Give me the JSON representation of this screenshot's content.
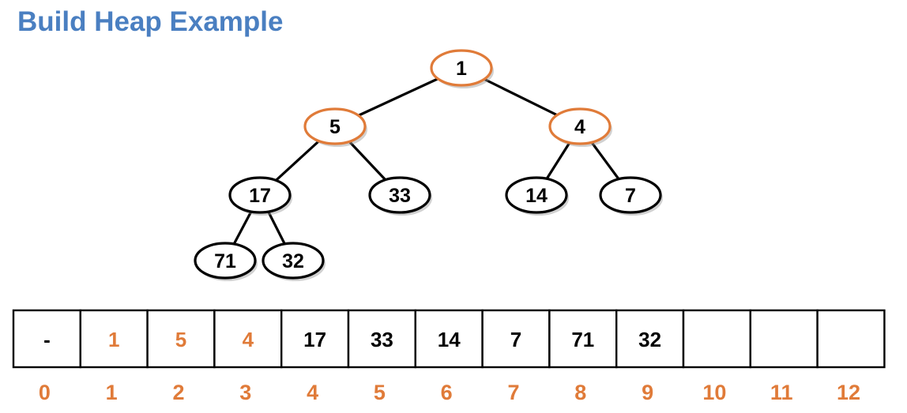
{
  "title": "Build Heap Example",
  "colors": {
    "title": "#4a7fc1",
    "highlight": "#e07b39",
    "normal": "#000000"
  },
  "tree": {
    "nodes": [
      {
        "id": "n1",
        "label": "1",
        "highlight": true
      },
      {
        "id": "n2",
        "label": "5",
        "highlight": true
      },
      {
        "id": "n3",
        "label": "4",
        "highlight": true
      },
      {
        "id": "n4",
        "label": "17",
        "highlight": false
      },
      {
        "id": "n5",
        "label": "33",
        "highlight": false
      },
      {
        "id": "n6",
        "label": "14",
        "highlight": false
      },
      {
        "id": "n7",
        "label": "7",
        "highlight": false
      },
      {
        "id": "n8",
        "label": "71",
        "highlight": false
      },
      {
        "id": "n9",
        "label": "32",
        "highlight": false
      }
    ],
    "edges": [
      [
        "n1",
        "n2"
      ],
      [
        "n1",
        "n3"
      ],
      [
        "n2",
        "n4"
      ],
      [
        "n2",
        "n5"
      ],
      [
        "n3",
        "n6"
      ],
      [
        "n3",
        "n7"
      ],
      [
        "n4",
        "n8"
      ],
      [
        "n4",
        "n9"
      ]
    ]
  },
  "array": {
    "cells": [
      {
        "value": "-",
        "highlight": false
      },
      {
        "value": "1",
        "highlight": true
      },
      {
        "value": "5",
        "highlight": true
      },
      {
        "value": "4",
        "highlight": true
      },
      {
        "value": "17",
        "highlight": false
      },
      {
        "value": "33",
        "highlight": false
      },
      {
        "value": "14",
        "highlight": false
      },
      {
        "value": "7",
        "highlight": false
      },
      {
        "value": "71",
        "highlight": false
      },
      {
        "value": "32",
        "highlight": false
      },
      {
        "value": "",
        "highlight": false
      },
      {
        "value": "",
        "highlight": false
      },
      {
        "value": "",
        "highlight": false
      }
    ],
    "indices": [
      "0",
      "1",
      "2",
      "3",
      "4",
      "5",
      "6",
      "7",
      "8",
      "9",
      "10",
      "11",
      "12"
    ]
  }
}
